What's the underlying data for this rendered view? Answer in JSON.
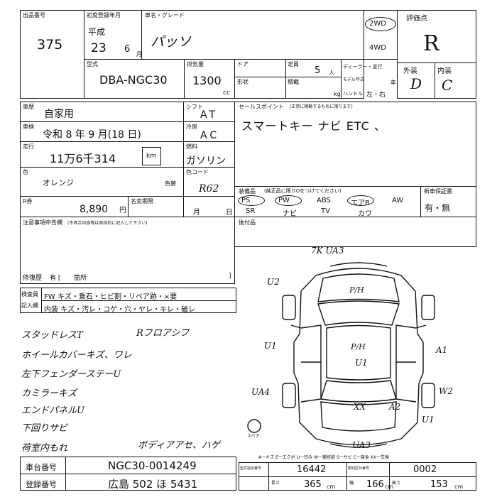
{
  "header": {
    "lot_label": "出品番号",
    "lot_number": "375",
    "reg_year_label": "初度登録年月",
    "era": "平成",
    "reg_year": "23",
    "reg_month": "6",
    "month_suffix": "月",
    "model_label": "車名・グレード",
    "model_name": "パッソ",
    "drive_2wd": "2WD",
    "drive_4wd": "4WD",
    "grade_label": "評価点",
    "grade": "R",
    "exterior_label": "外装",
    "interior_label": "内装",
    "exterior_grade": "D",
    "interior_grade": "C"
  },
  "spec": {
    "type_label": "型式",
    "type_code": "DBA-NGC30",
    "displacement_label": "排気量",
    "displacement": "1300",
    "cc": "cc",
    "door_label": "ドア",
    "capacity_label": "定員",
    "capacity": "5",
    "capacity_unit": "人",
    "shape_label": "形状",
    "load_label": "積載",
    "kg": "kg",
    "dealer_label": "ディーラー・並行",
    "model_year_label": "モデル年式",
    "year_suffix": "年",
    "handle_label": "ハンドル",
    "handle_value": "左・右"
  },
  "info": {
    "use_label": "車歴",
    "use_value": "自家用",
    "shaken_label": "車検",
    "shaken_value": "令和 8 年 9 月(18 日)",
    "mileage_label": "走行",
    "mileage_value": "11万6千314",
    "km": "km",
    "color_label": "色",
    "color_value": "オレンジ",
    "color_code_label": "色替",
    "shift_label": "シフト",
    "shift_value": "AT",
    "ac_label": "冷房",
    "ac_value": "AC",
    "fuel_label": "燃料",
    "fuel_value": "ガソリン",
    "colorcode_label": "色コード",
    "colorcode_value": "R62",
    "recycle_label": "R券",
    "recycle_value": "8,890",
    "yen": "円",
    "name_change_label": "名変期限",
    "month_word": "月",
    "day_word": "日",
    "notice_label": "注意事項中告欄",
    "notice_sub": "(不具合内容等は具体的に記入して下さい)",
    "repair_label": "修復歴",
    "repair_value": "有 [",
    "repair_tail": "箇所",
    "repair_close": "]"
  },
  "sales_point": {
    "label": "セールスポイント",
    "sub": "(正常に稼動するものに限ります)",
    "value": "スマートキー ナビ ETC 、"
  },
  "equipment": {
    "label": "装備品",
    "sub": "(純正品に限りOをつけてください)",
    "items_top": [
      "PS",
      "PW",
      "ABS",
      "エアB",
      "AW"
    ],
    "items_bottom": [
      "SR",
      "ナビ",
      "TV",
      "カワ"
    ],
    "new_car_label": "新車保証書",
    "new_car_value": "有・無"
  },
  "after_market": {
    "label": "後付品"
  },
  "inspector": {
    "label1": "検査員",
    "label2": "記入欄",
    "row1": "FW キズ・乗石・ヒビ割・リペア跡・×要",
    "row2": "内装 キズ・汚レ・コゲ・穴・ヤレ・キレ・破レ"
  },
  "notes": [
    "スタッドレスT",
    "Rフロアシフ",
    "ホイールカバーキズ、ワレ",
    "左下フェンダーステーU",
    "カミラーキズ",
    "エンドパネルU",
    "下回りサビ",
    "荷室内もれ",
    "ボディアアセ、ハゲ"
  ],
  "diagram_marks": {
    "front_top": "7K UA3",
    "hood": "P/H",
    "roof": "P/H",
    "u1_mid": "U1",
    "left_u2": "U2",
    "left_u1": "U1",
    "right_a1": "A1",
    "left_ua4": "UA4",
    "right_w2": "W2",
    "xx": "XX",
    "right_a2": "A2",
    "right_u1": "U1",
    "rear_ua3": "UA3",
    "spare": "スペア"
  },
  "legend": "A一キズ E一エクボ U一凹み W一補修跡 S一サビ C一腐食 XX一交換",
  "footer": {
    "chassis_label": "車台番号",
    "chassis_value": "NGC30-0014249",
    "plate_label": "登録番号",
    "plate_value": "広島 502 ほ 5431",
    "certno_label": "型式指定番号",
    "certno_value": "16442",
    "classno_label": "類別区分番号",
    "classno_value": "0002",
    "length_label": "長さ",
    "length_value": "365",
    "width_label": "幅",
    "width_value": "166",
    "height_label": "高さ",
    "height_value": "153",
    "cm": "cm"
  }
}
